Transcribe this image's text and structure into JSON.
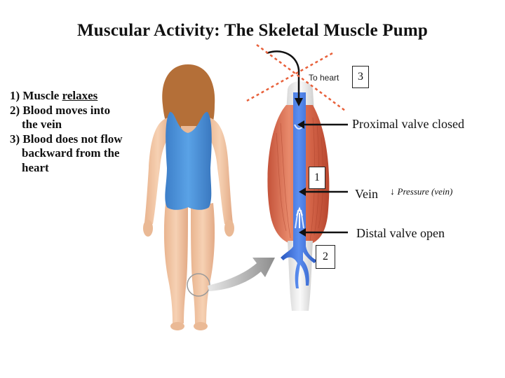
{
  "title": "Muscular Activity: The Skeletal Muscle Pump",
  "steps": {
    "s1_prefix": "1) Muscle ",
    "s1_emph": "relaxes",
    "s2_line1": "2)  Blood moves into",
    "s2_line2": "the vein",
    "s3_line1": "3) Blood does not flow",
    "s3_line2": "backward from the",
    "s3_line3": "heart"
  },
  "labels": {
    "to_heart": "To heart",
    "proximal_valve": "Proximal valve closed",
    "vein": "Vein",
    "pressure_arrow": "↓",
    "pressure_text": "Pressure (vein)",
    "distal_valve": "Distal valve open"
  },
  "markers": {
    "m1": "1",
    "m2": "2",
    "m3": "3"
  },
  "colors": {
    "swimsuit": "#4a8fd6",
    "skin": "#f3c9a8",
    "hair": "#b7743d",
    "muscle": "#d8684a",
    "vein": "#3a6fd8",
    "cross": "#e8603a"
  }
}
